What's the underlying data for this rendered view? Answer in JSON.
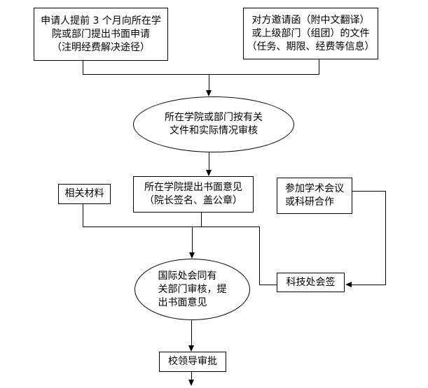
{
  "canvas": {
    "background_color": "#ffffff",
    "line_color": "#000000",
    "text_color": "#000000"
  },
  "nodes": {
    "applicant_box": {
      "text": "申请人提前 3 个月向所在学\n院或部门提出书面申请\n（注明经费解决途径）"
    },
    "invitation_box": {
      "text": "对方邀请函（附中文翻译）\n或上级部门（组团）的文件\n（任务、期限、经费等信息）"
    },
    "college_review_ellipse": {
      "text": "所在学院或部门按有关\n文件和实际情况审核"
    },
    "materials_box": {
      "text": "相关材料"
    },
    "college_opinion_box": {
      "text": "所在学院提出书面意见\n（院长签名、盖公章）"
    },
    "conference_box": {
      "text": "参加学术会议\n或科研合作"
    },
    "intl_office_ellipse": {
      "text": "国际处会同有\n关部门审核，提\n出书面意见"
    },
    "tech_office_box": {
      "text": "科技处会签"
    },
    "leader_approval_box": {
      "text": "校领导审批"
    }
  },
  "edges": [
    {
      "from": "applicant_box",
      "to": "college_review_ellipse",
      "arrow": "down"
    },
    {
      "from": "invitation_box",
      "to": "college_review_ellipse",
      "arrow": "down"
    },
    {
      "from": "college_review_ellipse",
      "to": "college_opinion_box",
      "arrow": "down"
    },
    {
      "from": "materials_box",
      "to": "intl_office_ellipse",
      "arrow": "down"
    },
    {
      "from": "college_opinion_box",
      "to": "intl_office_ellipse",
      "arrow": "down"
    },
    {
      "from": "tech_office_box",
      "to": "intl_office_ellipse",
      "arrow": "down"
    },
    {
      "from": "conference_box",
      "to": "tech_office_box",
      "arrow": "left"
    },
    {
      "from": "intl_office_ellipse",
      "to": "leader_approval_box",
      "arrow": "down"
    },
    {
      "from": "leader_approval_box",
      "to": "offpage-below",
      "arrow": "down"
    }
  ]
}
